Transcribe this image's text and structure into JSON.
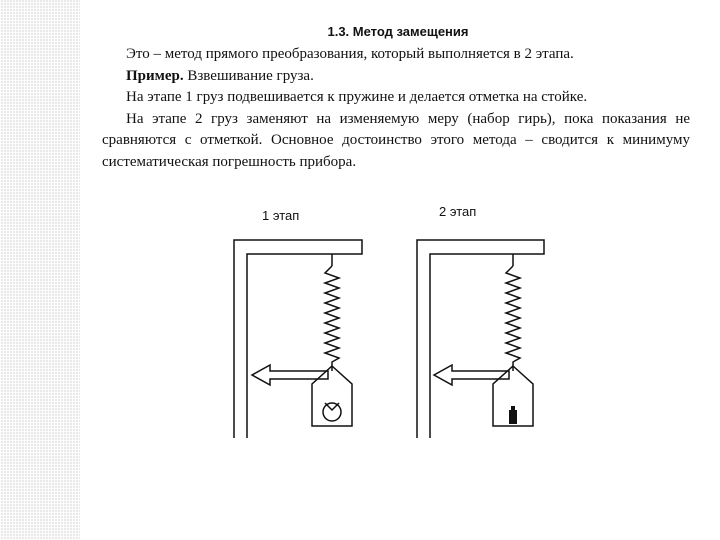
{
  "title": "1.3. Метод замещения",
  "paragraphs": {
    "p1": "Это – метод прямого преобразования, который выполняется в 2 этапа.",
    "p2_bold": "Пример.",
    "p2_rest": " Взвешивание груза.",
    "p3": "На этапе 1 груз подвешивается к пружине и делается отметка на стойке.",
    "p4": "На этапе 2 груз заменяют на изменяемую меру (набор гирь), пока показания не сравняются с отметкой. Основное достоинство этого метода – сводится к минимуму систематическая погрешность прибора."
  },
  "diagram": {
    "stage1_label": "1 этап",
    "stage2_label": "2 этап"
  }
}
